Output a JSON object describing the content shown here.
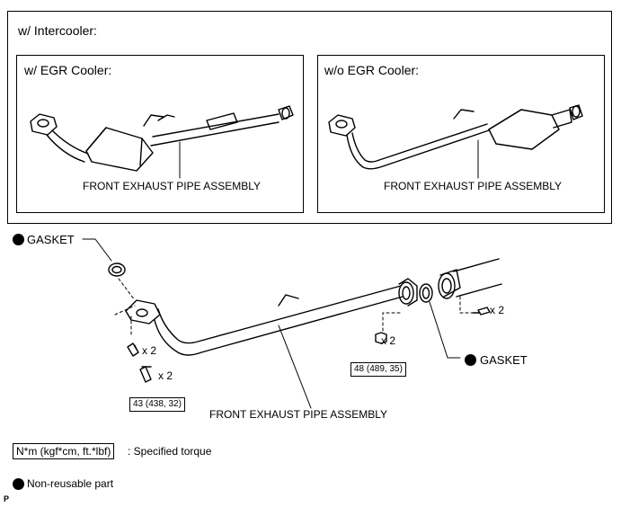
{
  "intercooler_box": {
    "title": "w/ Intercooler:",
    "left_panel": {
      "title": "w/ EGR Cooler:",
      "part_label": "FRONT EXHAUST PIPE ASSEMBLY"
    },
    "right_panel": {
      "title": "w/o EGR Cooler:",
      "part_label": "FRONT EXHAUST PIPE ASSEMBLY"
    }
  },
  "main_diagram": {
    "gasket_top_label": "GASKET",
    "gasket_right_label": "GASKET",
    "pipe_label": "FRONT EXHAUST PIPE ASSEMBLY",
    "qty_stud_1": "x 2",
    "qty_bolt_1": "x 2",
    "qty_nut_mid": "x 2",
    "qty_bolt_right": "x 2",
    "torque_left": "43 (438, 32)",
    "torque_right": "48 (489, 35)"
  },
  "legend": {
    "torque_unit": "N*m (kgf*cm, ft.*lbf)",
    "torque_desc": ": Specified torque",
    "nonreusable_desc": "Non-reusable part"
  },
  "corner_mark": "P"
}
